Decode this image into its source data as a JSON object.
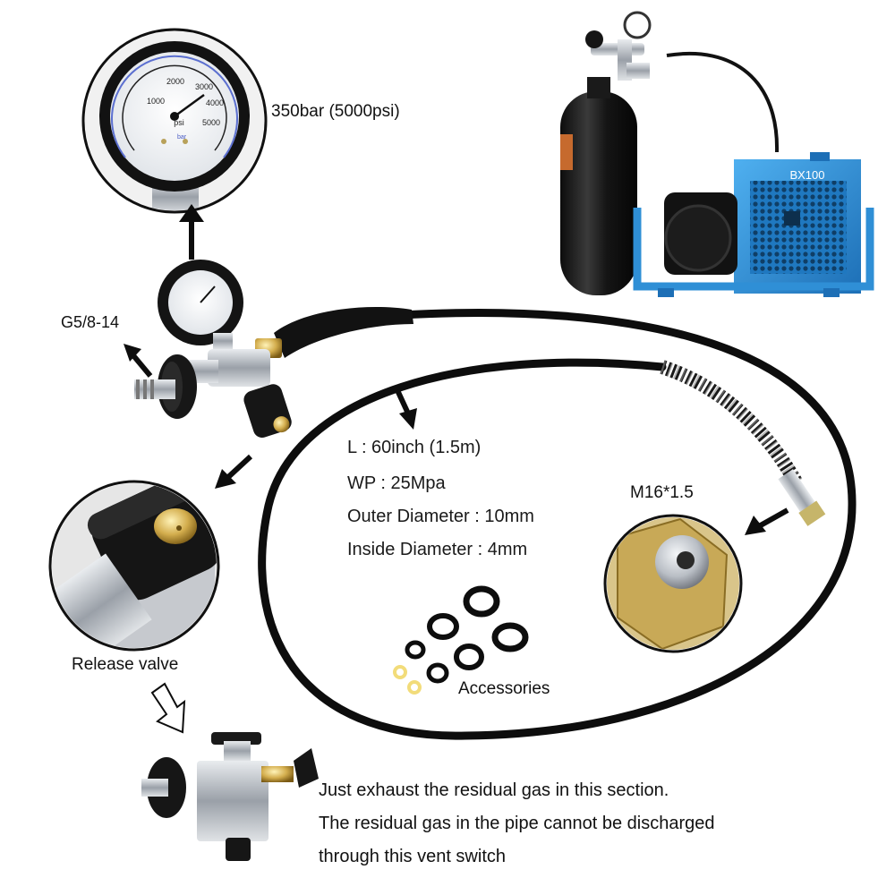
{
  "labels": {
    "gauge_pressure": "350bar (5000psi)",
    "thread_inlet": "G5/8-14",
    "release_valve": "Release valve",
    "fitting": "M16*1.5",
    "accessories": "Accessories",
    "compressor_brand": "BX100"
  },
  "specs": {
    "length": "L : 60inch (1.5m)",
    "working_pressure": "WP : 25Mpa",
    "outer_diameter": "Outer Diameter : 10mm",
    "inside_diameter": "Inside Diameter : 4mm"
  },
  "note": {
    "line1": "Just exhaust the residual gas in this section.",
    "line2": "The residual gas in the pipe cannot be discharged",
    "line3": "through this vent switch"
  },
  "gauge_dial": {
    "psi_ticks": [
      "1000",
      "2000",
      "3000",
      "4000",
      "5000"
    ],
    "unit_psi": "psi",
    "unit_bar": "bar"
  },
  "colors": {
    "compressor_blue": "#2f8fd6",
    "hose_black": "#111111",
    "brass": "#c9a44a",
    "chrome": "#c8ccd2",
    "oring_yellow": "#f2dc7a"
  }
}
